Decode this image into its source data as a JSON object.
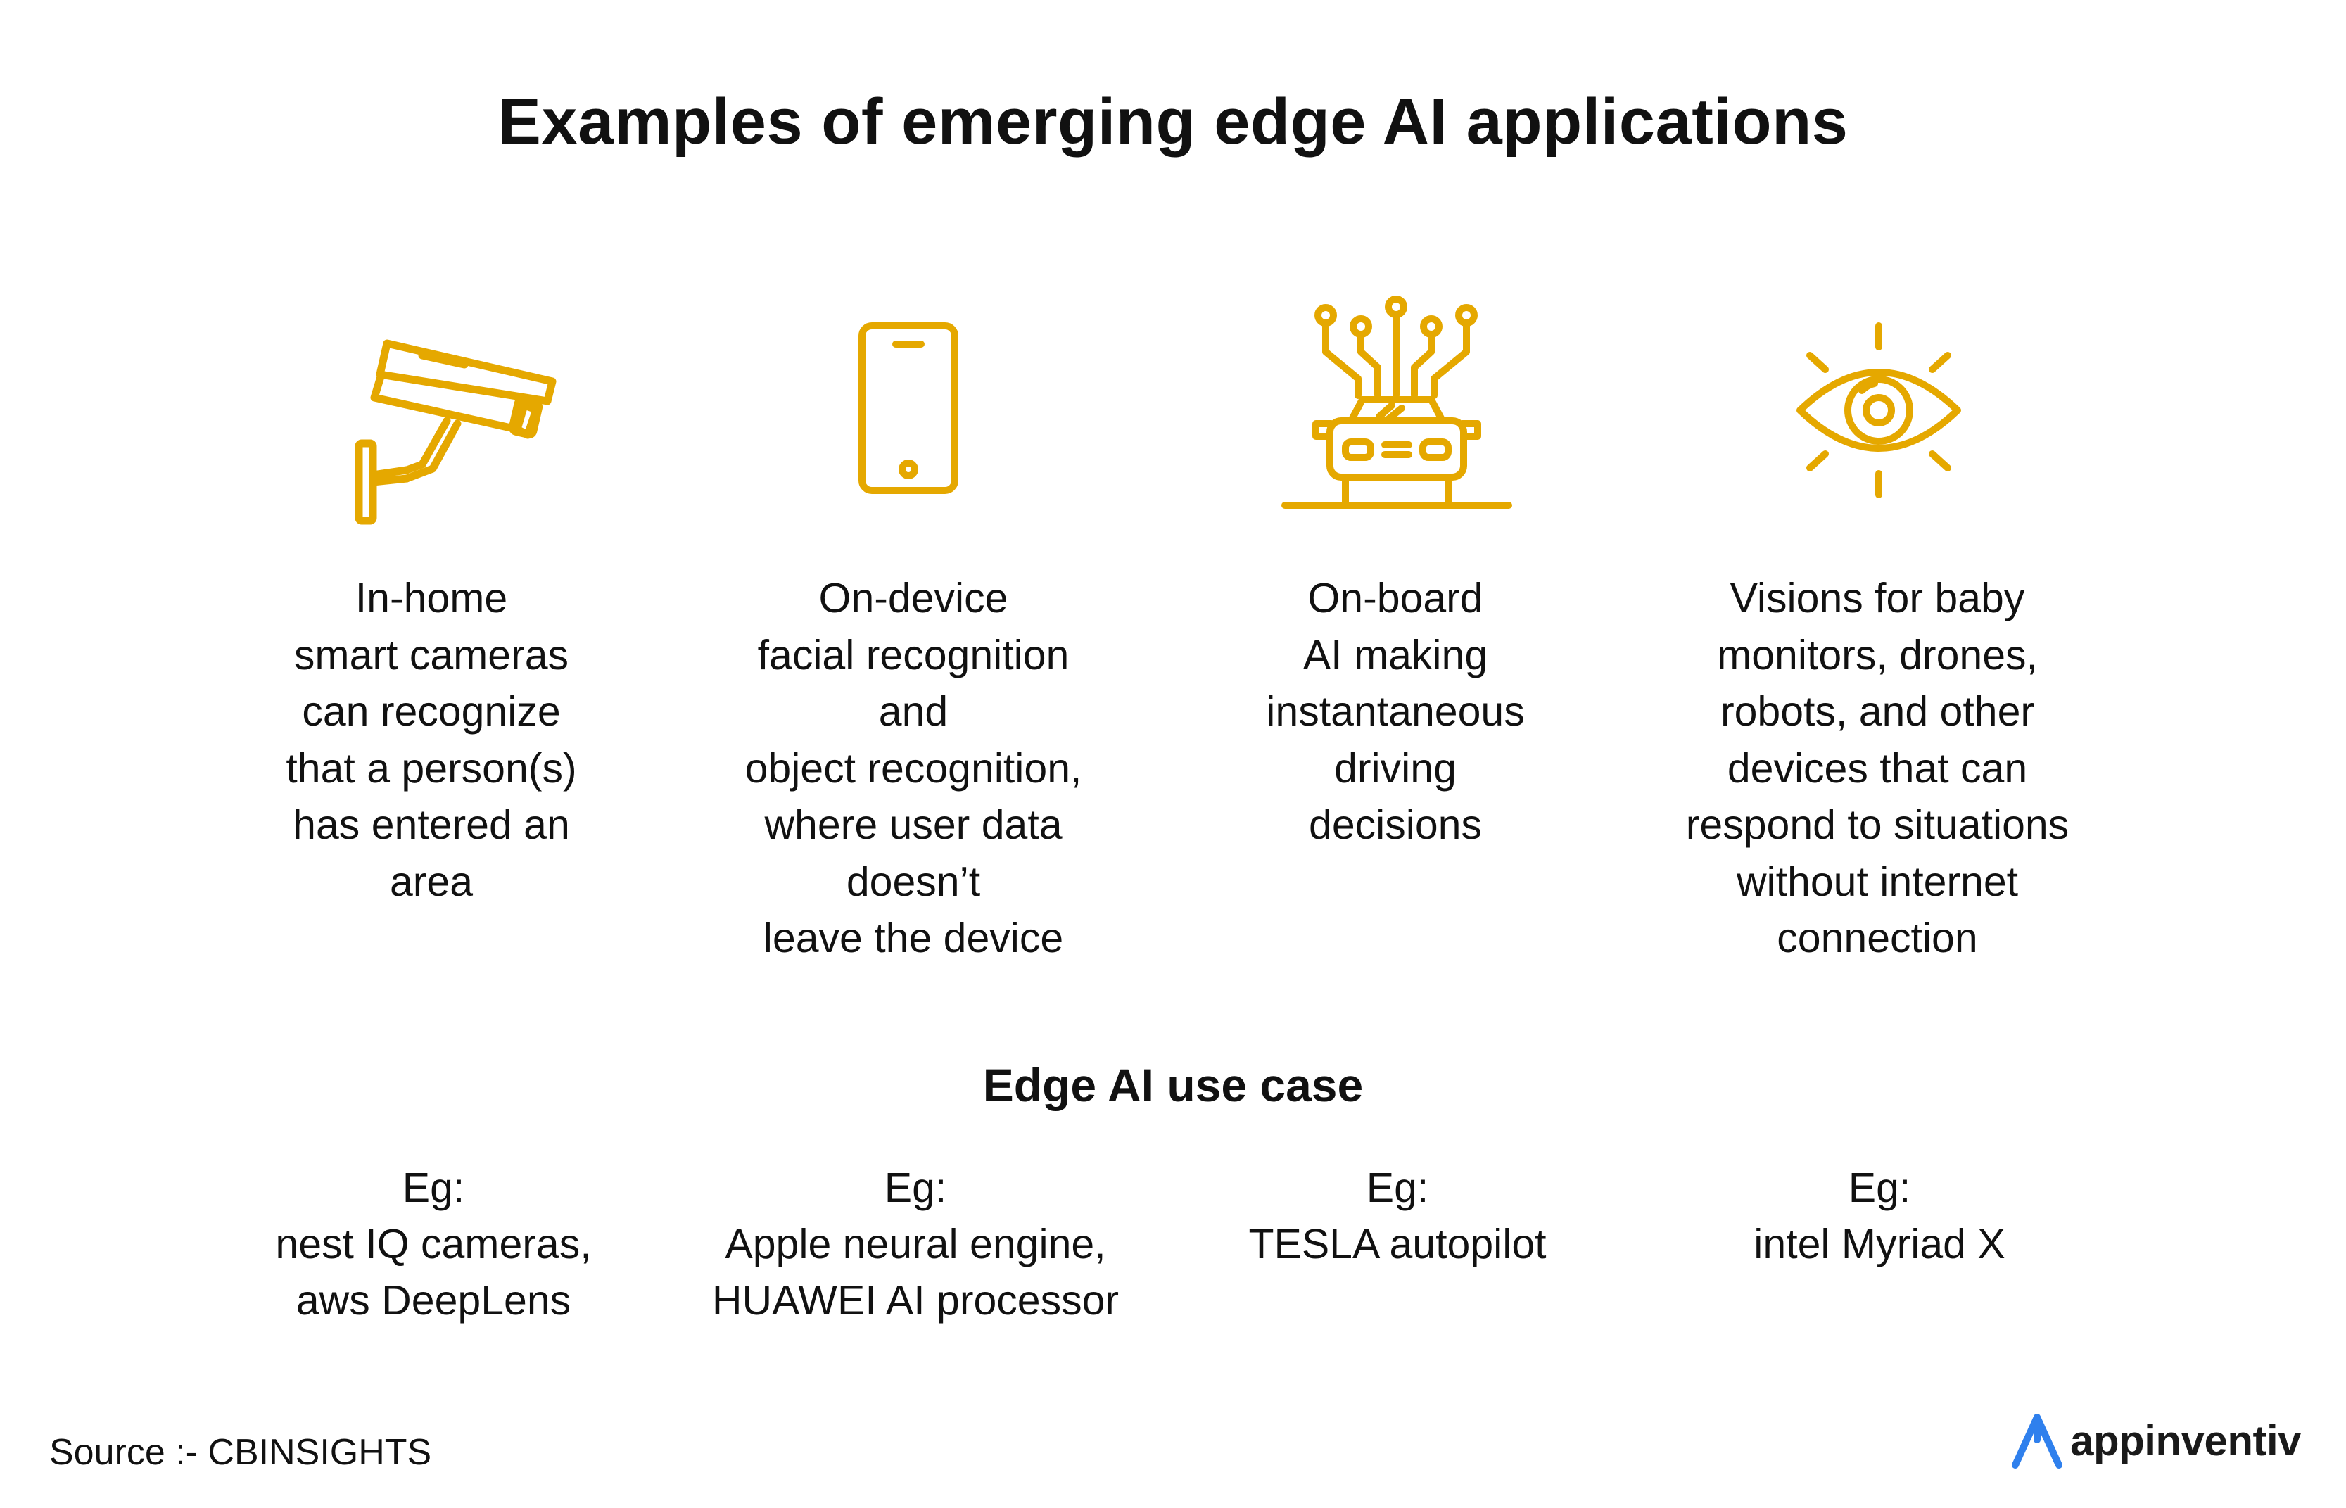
{
  "title": "Examples of emerging edge AI applications",
  "colors": {
    "icon": "#E5A800",
    "text": "#111111",
    "brand_blue": "#2F80ED"
  },
  "applications": [
    {
      "icon": "security-camera-icon",
      "description": "In-home\nsmart cameras\ncan recognize\nthat a person(s)\nhas entered an\narea"
    },
    {
      "icon": "smartphone-icon",
      "description": "On-device\nfacial recognition\nand\nobject recognition,\nwhere user data\ndoesn’t\nleave the device"
    },
    {
      "icon": "connected-car-icon",
      "description": "On-board\nAI making\ninstantaneous\ndriving\ndecisions"
    },
    {
      "icon": "eye-vision-icon",
      "description": "Visions for baby\nmonitors, drones,\nrobots, and other\ndevices that can\nrespond to situations\nwithout internet\nconnection"
    }
  ],
  "use_case_heading": "Edge AI use case",
  "examples": [
    "Eg:\nnest IQ cameras,\naws DeepLens",
    "Eg:\nApple neural engine,\nHUAWEI AI processor",
    "Eg:\nTESLA autopilot",
    "Eg:\nintel Myriad X"
  ],
  "source": "Source :- CBINSIGHTS",
  "brand": {
    "name": "appinventiv",
    "icon": "appinventiv-logo-icon"
  }
}
